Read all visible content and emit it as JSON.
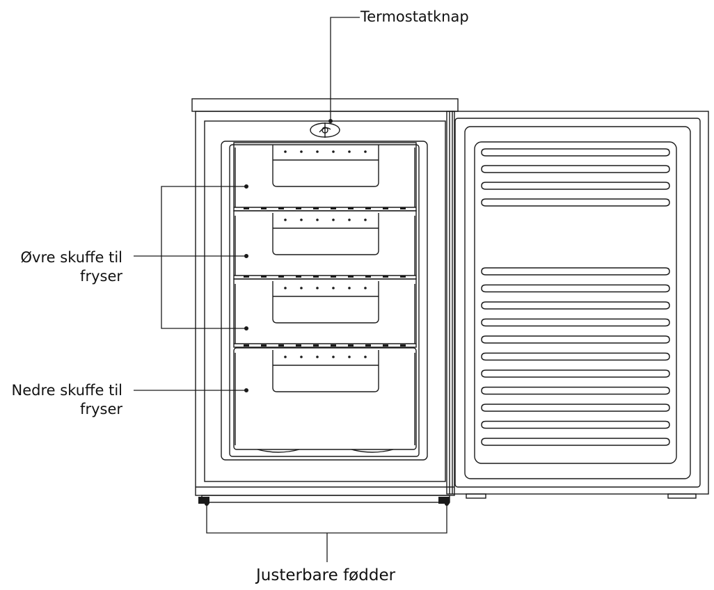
{
  "labels": {
    "thermostat": "Termostatknap",
    "upper_drawers_line1": "Øvre skuffe til",
    "upper_drawers_line2": "fryser",
    "lower_drawer_line1": "Nedre skuffe til",
    "lower_drawer_line2": "fryser",
    "feet": "Justerbare fødder"
  },
  "colors": {
    "line": "#1a1a1a",
    "background": "#ffffff"
  },
  "icons": {
    "thermostat": "thermostat-knob-icon"
  }
}
